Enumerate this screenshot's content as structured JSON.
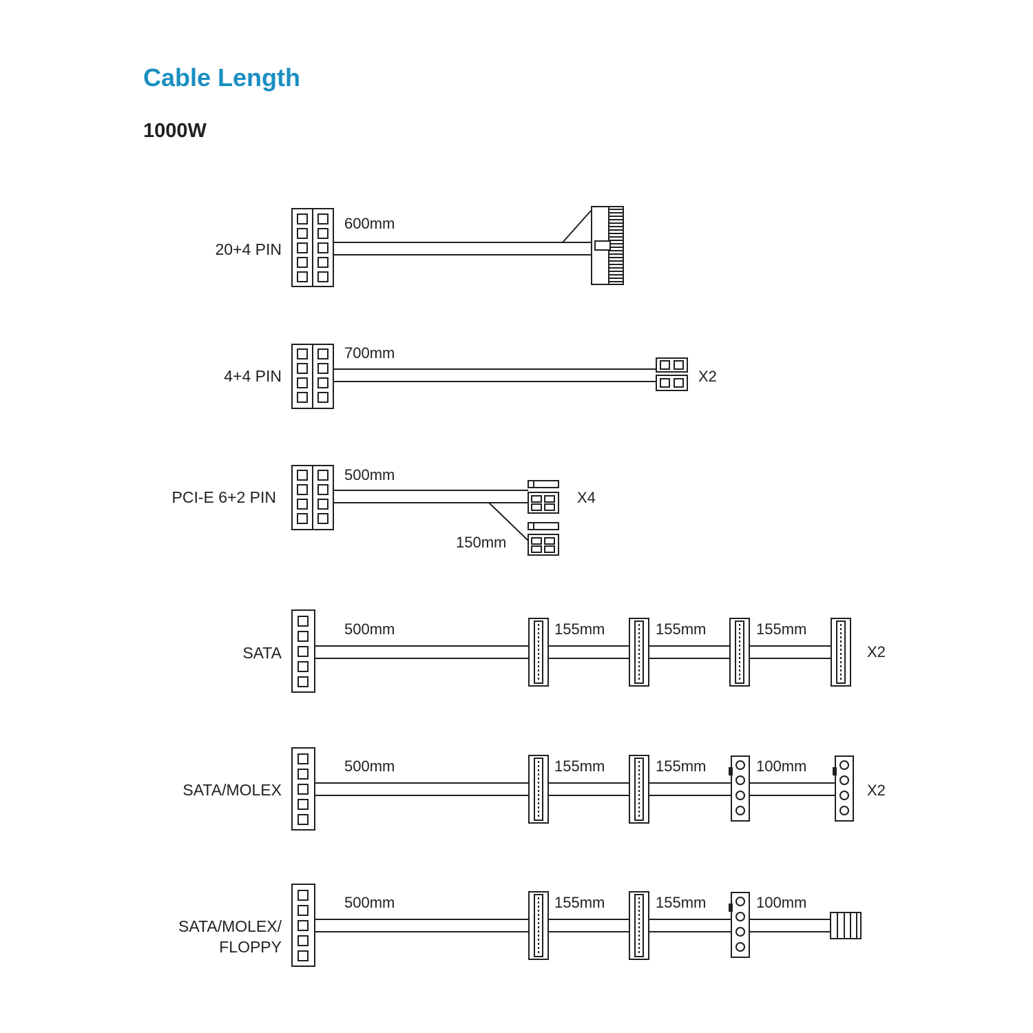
{
  "title": "Cable Length",
  "subtitle": "1000W",
  "colors": {
    "accent": "#1a8fc1",
    "ink": "#231f20",
    "background": "#ffffff"
  },
  "cables": [
    {
      "name": "20+4 PIN",
      "lengths": [
        "600mm"
      ],
      "quantity": ""
    },
    {
      "name": "4+4 PIN",
      "lengths": [
        "700mm"
      ],
      "quantity": "X2"
    },
    {
      "name": "PCI-E 6+2 PIN",
      "lengths": [
        "500mm",
        "150mm"
      ],
      "quantity": "X4"
    },
    {
      "name": "SATA",
      "lengths": [
        "500mm",
        "155mm",
        "155mm",
        "155mm"
      ],
      "quantity": "X2"
    },
    {
      "name": "SATA/MOLEX",
      "lengths": [
        "500mm",
        "155mm",
        "155mm",
        "100mm"
      ],
      "quantity": "X2"
    },
    {
      "name_lines": [
        "SATA/MOLEX/",
        "FLOPPY"
      ],
      "lengths": [
        "500mm",
        "155mm",
        "155mm",
        "100mm"
      ],
      "quantity": ""
    }
  ]
}
